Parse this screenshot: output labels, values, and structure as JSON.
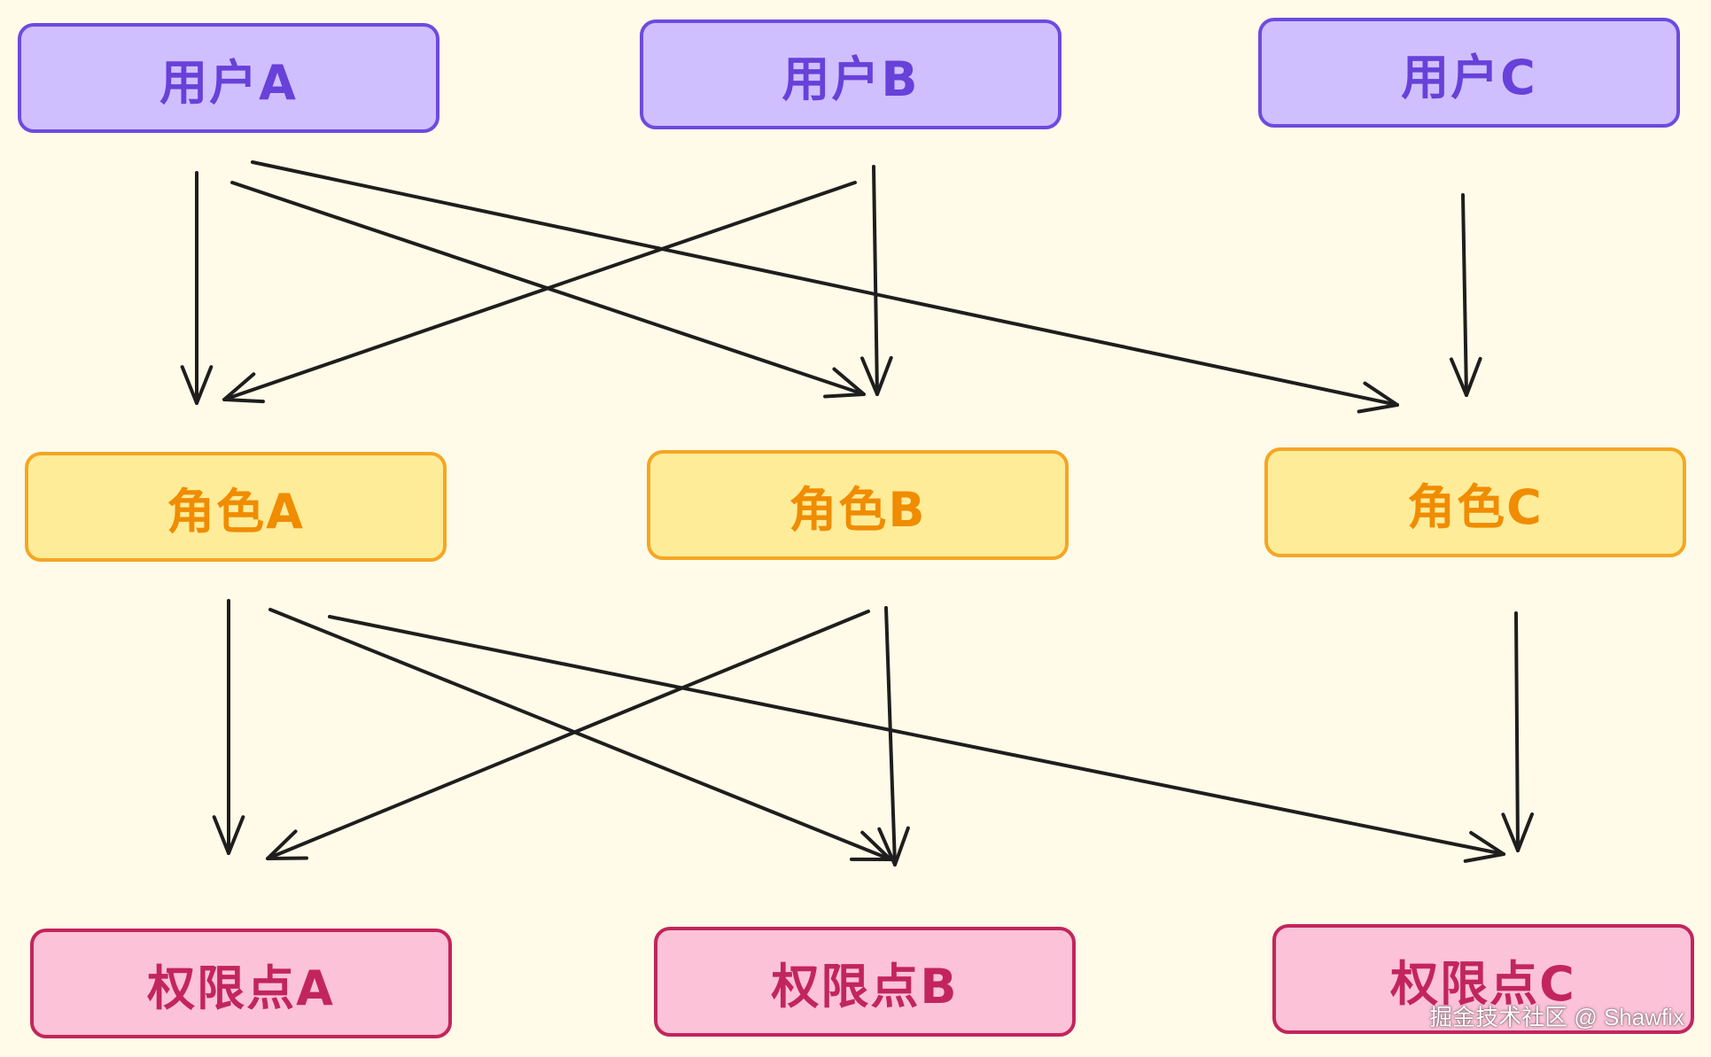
{
  "users": [
    {
      "id": "u1",
      "label": "用户A"
    },
    {
      "id": "u2",
      "label": "用户B"
    },
    {
      "id": "u3",
      "label": "用户C"
    }
  ],
  "roles": [
    {
      "id": "r1",
      "label": "角色A"
    },
    {
      "id": "r2",
      "label": "角色B"
    },
    {
      "id": "r3",
      "label": "角色C"
    }
  ],
  "permissions": [
    {
      "id": "p1",
      "label": "权限点A"
    },
    {
      "id": "p2",
      "label": "权限点B"
    },
    {
      "id": "p3",
      "label": "权限点C"
    }
  ],
  "edges": [
    {
      "from": "u1",
      "to": "r1"
    },
    {
      "from": "u1",
      "to": "r2"
    },
    {
      "from": "u1",
      "to": "r3"
    },
    {
      "from": "u2",
      "to": "r1"
    },
    {
      "from": "u2",
      "to": "r2"
    },
    {
      "from": "u3",
      "to": "r3"
    },
    {
      "from": "r1",
      "to": "p1"
    },
    {
      "from": "r1",
      "to": "p2"
    },
    {
      "from": "r1",
      "to": "p3"
    },
    {
      "from": "r2",
      "to": "p1"
    },
    {
      "from": "r2",
      "to": "p2"
    },
    {
      "from": "r3",
      "to": "p3"
    }
  ],
  "colors": {
    "background": "#fffbe8",
    "user_fill": "#d0bfff",
    "user_stroke": "#6c4be0",
    "role_fill": "#ffec99",
    "role_stroke": "#f5a623",
    "perm_fill": "#fcc2d7",
    "perm_stroke": "#c2255c",
    "arrow": "#1e1e1e"
  },
  "watermark": "掘金技术社区 @ Shawfix"
}
